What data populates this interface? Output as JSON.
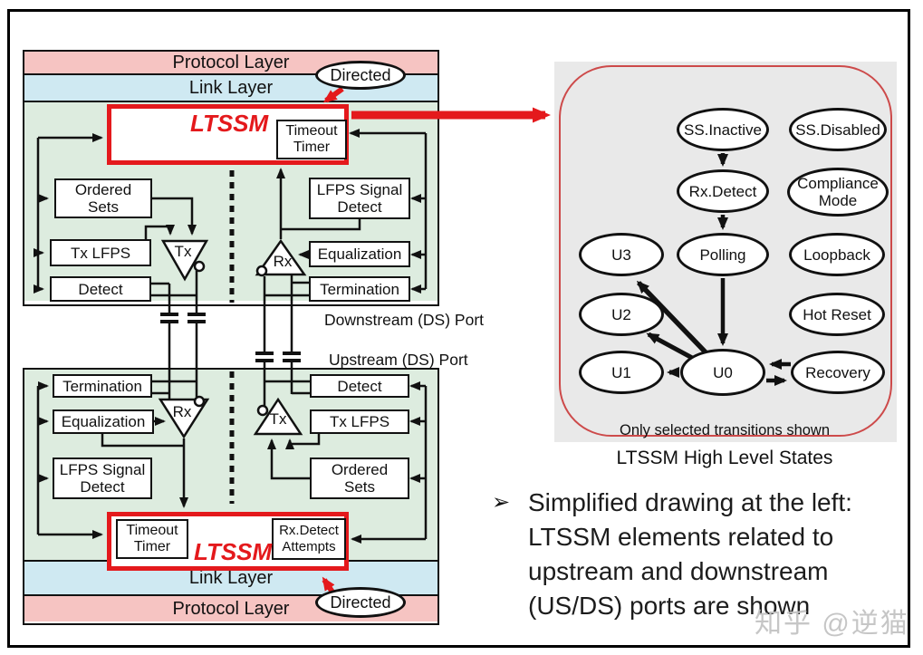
{
  "slide": {
    "top_port": {
      "protocol_layer": "Protocol Layer",
      "link_layer": "Link Layer",
      "ltssm": "LTSSM",
      "timeout_timer": "Timeout Timer",
      "blocks_left": [
        "Ordered Sets",
        "Tx LFPS",
        "Detect"
      ],
      "blocks_right": [
        "LFPS Signal Detect",
        "Equalization",
        "Termination"
      ],
      "tx": "Tx",
      "rx": "Rx",
      "port_label": "Downstream (DS) Port"
    },
    "bottom_port": {
      "protocol_layer": "Protocol Layer",
      "link_layer": "Link Layer",
      "ltssm": "LTSSM",
      "timeout_timer": "Timeout Timer",
      "rx_detect_attempts": "Rx.Detect Attempts",
      "blocks_left": [
        "Termination",
        "Equalization",
        "LFPS Signal Detect"
      ],
      "blocks_right": [
        "Detect",
        "Tx LFPS",
        "Ordered Sets"
      ],
      "tx": "Tx",
      "rx": "Rx",
      "port_label": "Upstream (DS) Port"
    },
    "directed_top": "Directed",
    "directed_bottom": "Directed",
    "state_diagram": {
      "caption": "LTSSM High Level States",
      "note": "Only selected transitions shown",
      "states": {
        "ss_inactive": "SS.Inactive",
        "ss_disabled": "SS.Disabled",
        "rx_detect": "Rx.Detect",
        "compliance_mode": "Compliance Mode",
        "u3": "U3",
        "polling": "Polling",
        "loopback": "Loopback",
        "u2": "U2",
        "hot_reset": "Hot Reset",
        "u1": "U1",
        "u0": "U0",
        "recovery": "Recovery"
      }
    },
    "bullet": {
      "marker": "➢",
      "lines": [
        "Simplified drawing at the left:",
        "LTSSM elements related to",
        "upstream and downstream",
        "(US/DS) ports are shown"
      ]
    },
    "watermark": "知乎 @逆猫",
    "colors": {
      "protocol_band": "#f6c4c2",
      "link_band": "#cfe9f2",
      "phy_area": "#ddecdf",
      "state_bg": "#e9e9e9",
      "accent_red": "#e4191c",
      "state_border_red": "#cd4a4a"
    }
  }
}
